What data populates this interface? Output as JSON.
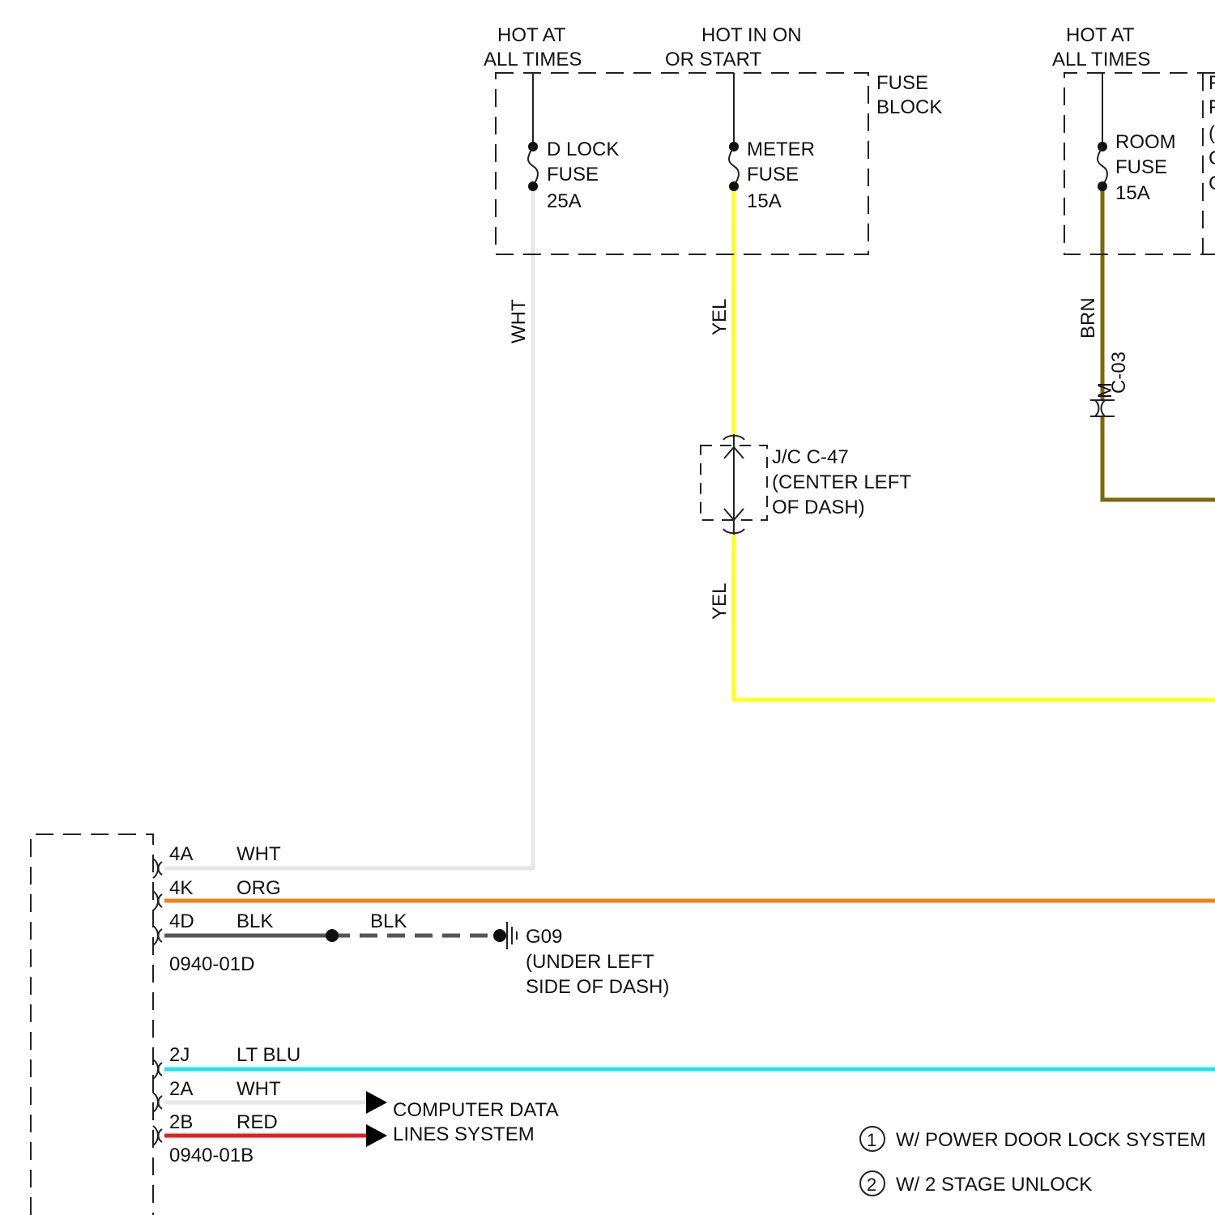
{
  "fuse_block": {
    "power_left_line1": "HOT AT",
    "power_left_line2": "ALL TIMES",
    "power_mid_line1": "HOT IN ON",
    "power_mid_line2": "OR START",
    "label_line1": "FUSE",
    "label_line2": "BLOCK",
    "fuse_dlock": [
      "D LOCK",
      "FUSE",
      "25A"
    ],
    "fuse_meter": [
      "METER",
      "FUSE",
      "15A"
    ]
  },
  "right_block": {
    "power_line1": "HOT AT",
    "power_line2": "ALL TIMES",
    "fuse_room": [
      "ROOM",
      "FUSE",
      "15A"
    ],
    "side_chars": [
      "F",
      "F",
      "(",
      "C",
      "C"
    ]
  },
  "wires": {
    "wht_vertical": "WHT",
    "yel_upper": "YEL",
    "yel_lower": "YEL",
    "brn": "BRN",
    "brn_connector_m": "M",
    "brn_connector_id": "C-03"
  },
  "junction": {
    "line1": "J/C C-47",
    "line2": "(CENTER LEFT",
    "line3": "OF DASH)"
  },
  "connector_d": {
    "pins": [
      {
        "pin": "4A",
        "color_name": "WHT",
        "color": "#e6e6e6"
      },
      {
        "pin": "4K",
        "color_name": "ORG",
        "color": "#f0801e"
      },
      {
        "pin": "4D",
        "color_name": "BLK",
        "color": "#555555"
      }
    ],
    "id": "0940-01D",
    "ground_wire_label": "BLK"
  },
  "ground": {
    "id": "G09",
    "line1": "(UNDER LEFT",
    "line2": "SIDE OF DASH)"
  },
  "connector_b": {
    "pins": [
      {
        "pin": "2J",
        "color_name": "LT BLU",
        "color": "#1ee6f0"
      },
      {
        "pin": "2A",
        "color_name": "WHT",
        "color": "#e6e6e6"
      },
      {
        "pin": "2B",
        "color_name": "RED",
        "color": "#e61e1e"
      }
    ],
    "id": "0940-01B"
  },
  "data_lines": {
    "line1": "COMPUTER DATA",
    "line2": "LINES SYSTEM"
  },
  "notes": [
    {
      "num": "1",
      "text": "W/ POWER DOOR LOCK SYSTEM"
    },
    {
      "num": "2",
      "text": "W/ 2 STAGE UNLOCK"
    }
  ],
  "colors": {
    "wht": "#e6e6e6",
    "yel": "#ffff1e",
    "brn": "#7a6a0a",
    "org": "#f0801e",
    "blk": "#555555",
    "ltblu": "#1ee6f0",
    "red": "#e61e1e"
  }
}
